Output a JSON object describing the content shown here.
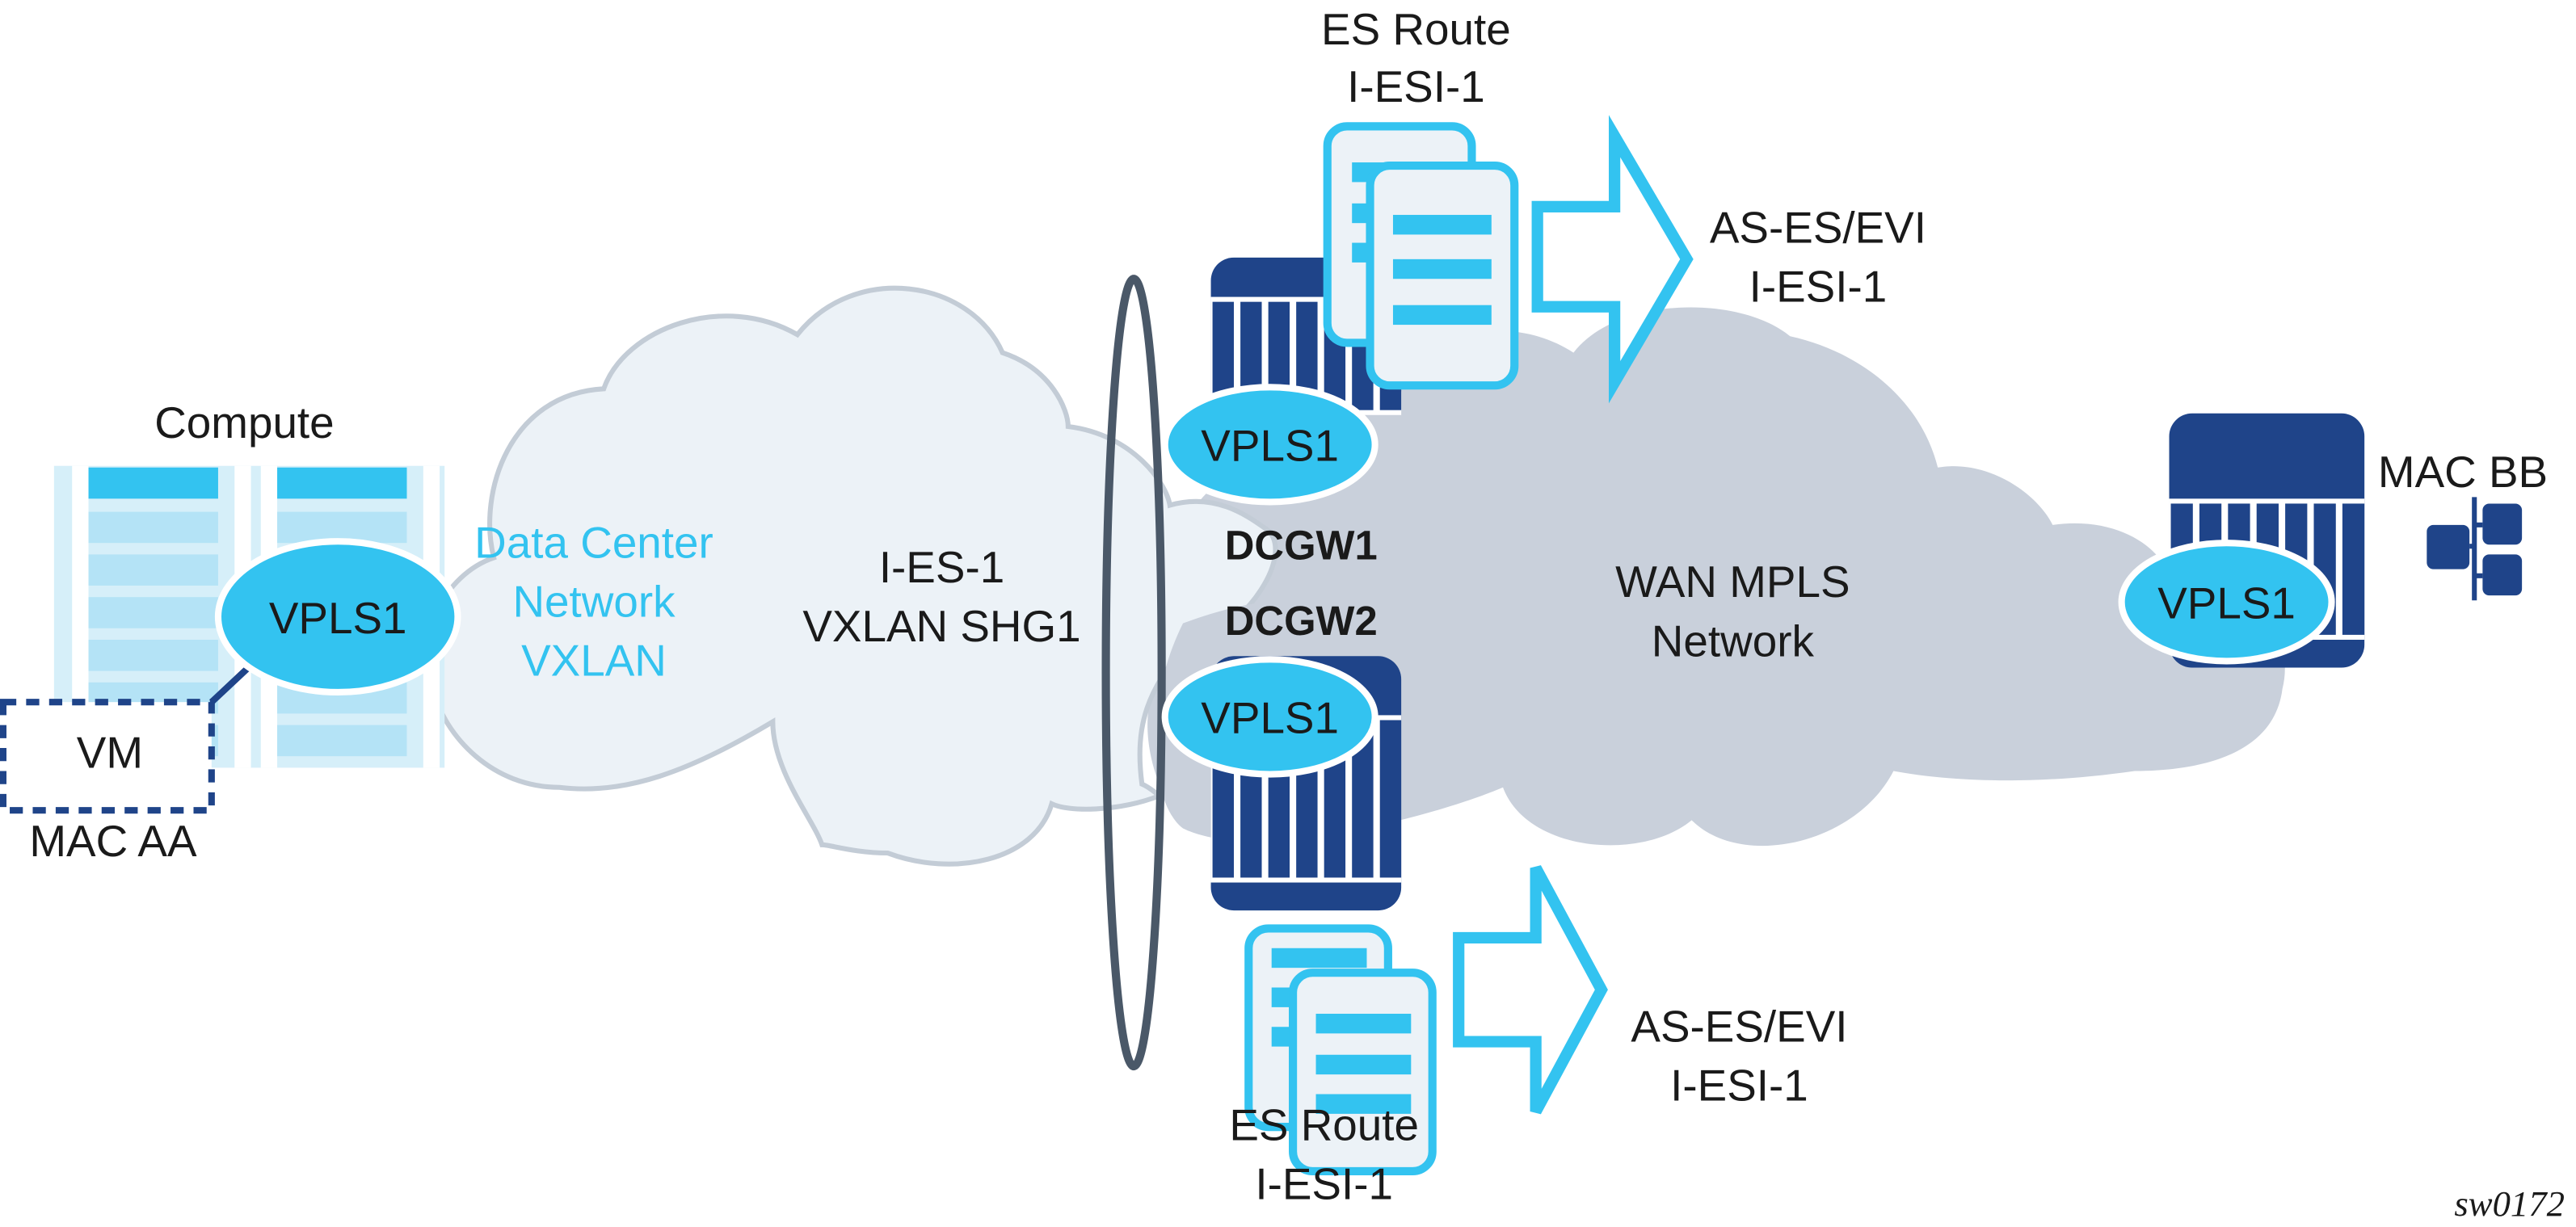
{
  "diagram": {
    "id_label": "sw0172",
    "colors": {
      "navy": "#1f4489",
      "cyan": "#33c3f0",
      "dc_cloud_fill": "#ecf2f7",
      "dc_cloud_stroke": "#c3ccd6",
      "wan_cloud_fill": "#c9d0db",
      "ring": "#4a5868",
      "rack_light": "#b4e3f6",
      "rack_frame": "#d6eff9"
    },
    "compute": {
      "title": "Compute",
      "service": "VPLS1",
      "vm_label": "VM",
      "vm_mac": "MAC AA"
    },
    "dc_network": {
      "line1": "Data Center",
      "line2": "Network",
      "line3": "VXLAN"
    },
    "ethernet_segment": {
      "line1": "I-ES-1",
      "line2": "VXLAN SHG1"
    },
    "dcgw1": {
      "name": "DCGW1",
      "service": "VPLS1",
      "route_line1": "ES Route",
      "route_line2": "I-ESI-1",
      "advert_line1": "AS-ES/EVI",
      "advert_line2": "I-ESI-1"
    },
    "dcgw2": {
      "name": "DCGW2",
      "service": "VPLS1",
      "route_line1": "ES Route",
      "route_line2": "I-ESI-1",
      "advert_line1": "AS-ES/EVI",
      "advert_line2": "I-ESI-1"
    },
    "wan": {
      "line1": "WAN MPLS",
      "line2": "Network"
    },
    "remote_pe": {
      "service": "VPLS1",
      "mac": "MAC BB"
    }
  }
}
